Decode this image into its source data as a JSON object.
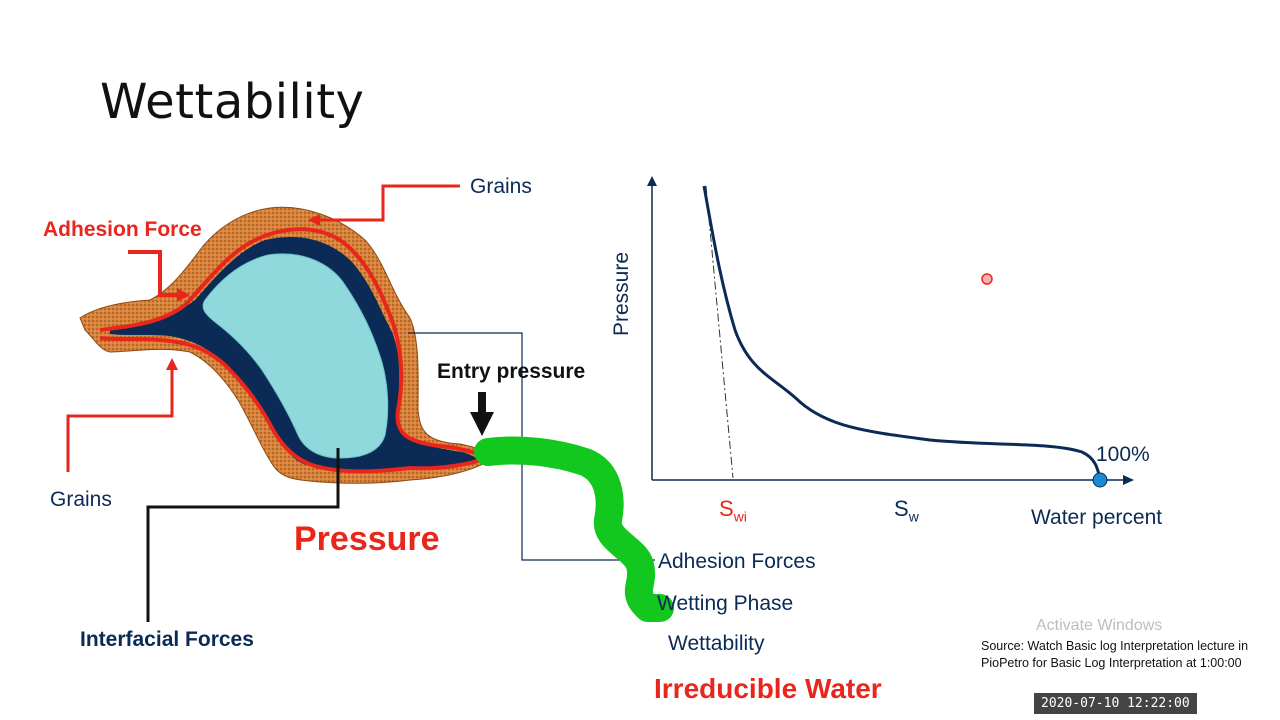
{
  "slide": {
    "title": "Wettability"
  },
  "pore_diagram": {
    "grains_top": "Grains",
    "grains_left": "Grains",
    "adhesion_force": "Adhesion Force",
    "entry_pressure": "Entry pressure",
    "pressure": "Pressure",
    "interfacial_forces": "Interfacial Forces"
  },
  "chart": {
    "ylabel": "Pressure",
    "tick_swi_main": "S",
    "tick_swi_sub": "wi",
    "tick_sw_main": "S",
    "tick_sw_sub": "w",
    "end_label": "100%",
    "xlabel": "Water percent"
  },
  "concepts": {
    "adhesion_forces": "Adhesion Forces",
    "wetting_phase": "Wetting Phase",
    "wettability": "Wettability",
    "irreducible_water": "Irreducible Water"
  },
  "colors": {
    "grain": "#d9823a",
    "water": "#8fd9dc",
    "oil_film": "#0b2a55",
    "adhesion": "#e8261c",
    "flow": "#12c81f"
  },
  "footer": {
    "watermark": "Activate Windows",
    "source": "Source: Watch Basic log Interpretation lecture in PioPetro for Basic Log Interpretation at 1:00:00",
    "timestamp": "2020-07-10 12:22:00"
  }
}
